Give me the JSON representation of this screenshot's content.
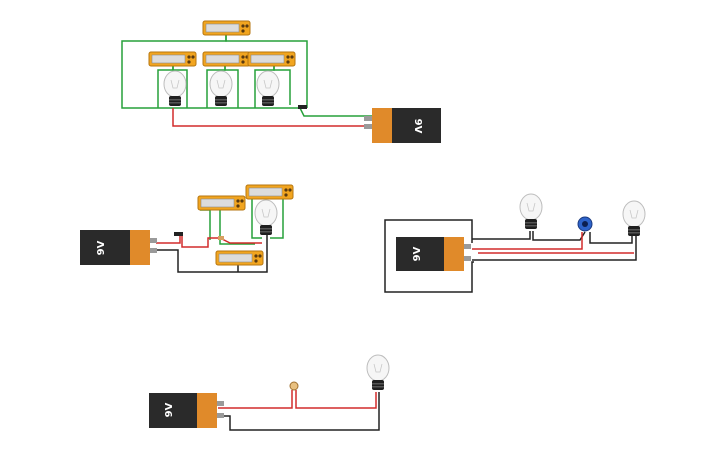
{
  "colors": {
    "wire_red": "#d22b2b",
    "wire_green": "#27a13a",
    "wire_black": "#222222",
    "battery_body": "#2a2a2a",
    "battery_cap": "#e08a2a",
    "meter_body": "#f0a020",
    "meter_screen": "#d8d8d8",
    "bulb_glass": "#f4f4f4",
    "bulb_base": "#1a1a1a",
    "potentiometer": "#2e63c9",
    "resistor": "#d8a060"
  },
  "circuits": {
    "top": {
      "battery_label": "9V"
    },
    "middle_left": {
      "battery_label": "9V"
    },
    "middle_right": {
      "battery_label": "9V"
    },
    "bottom": {
      "battery_label": "9V"
    }
  }
}
